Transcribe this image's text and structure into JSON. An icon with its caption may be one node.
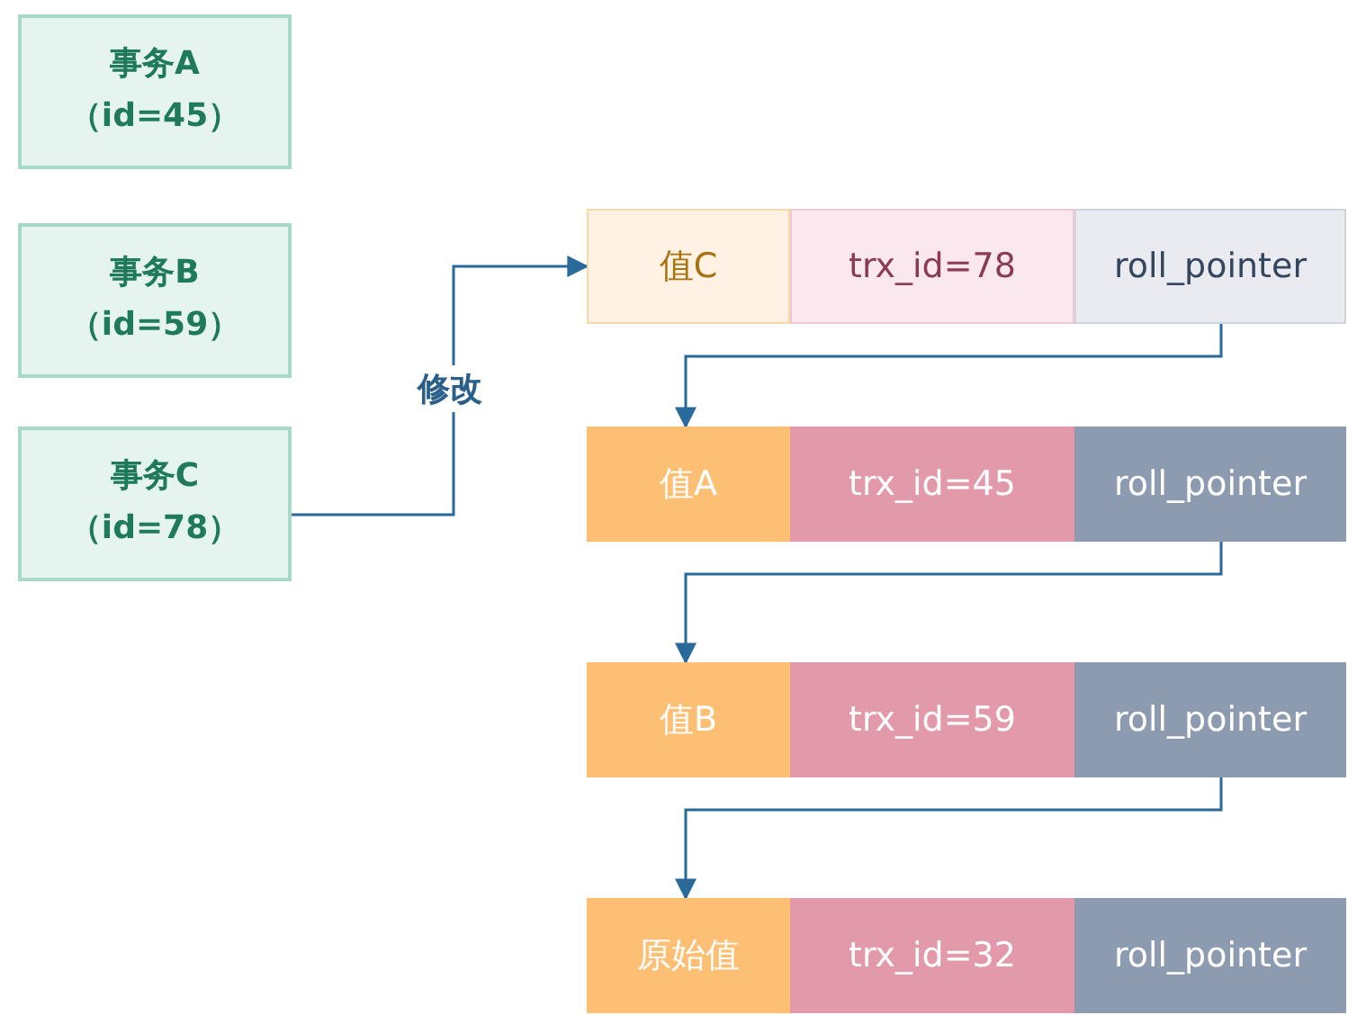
{
  "diagram": {
    "nodes": [
      {
        "text": [
          "事务A （id=45）"
        ]
      },
      {
        "text": [
          "事务B （id=59）"
        ]
      },
      {
        "text": [
          "事务C （id=78）"
        ]
      },
      {
        "text": [
          "值C"
        ]
      },
      {
        "text": [
          "trx_id=78"
        ]
      },
      {
        "text": [
          "roll_pointer"
        ]
      },
      {
        "text": [
          "值A"
        ]
      },
      {
        "text": [
          "trx_id=45"
        ]
      },
      {
        "text": [
          "roll_pointer"
        ]
      },
      {
        "text": [
          "值B"
        ]
      },
      {
        "text": [
          "trx_id=59"
        ]
      },
      {
        "text": [
          "roll_pointer"
        ]
      },
      {
        "text": [
          "原始值"
        ]
      },
      {
        "text": [
          "trx_id=32"
        ]
      },
      {
        "text": [
          "roll_pointer"
        ]
      }
    ],
    "edges": [
      {
        "from": 2,
        "to": 3,
        "arrow": "to",
        "label": "修改"
      },
      {
        "from": 5,
        "to": 6,
        "arrow": "to"
      },
      {
        "from": 8,
        "to": 9,
        "arrow": "to"
      },
      {
        "from": 11,
        "to": 12,
        "arrow": "to"
      }
    ]
  }
}
